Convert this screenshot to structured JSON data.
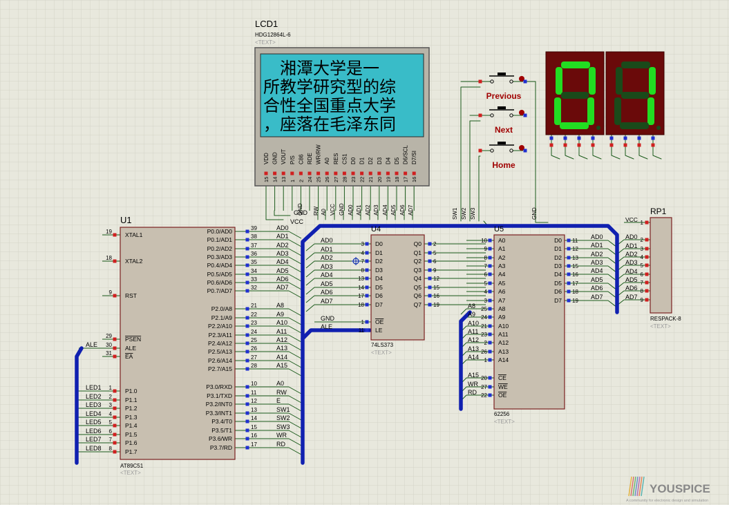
{
  "colors": {
    "background": "#e8e8dd",
    "grid": "#d3d3c8",
    "chip_fill": "#c8bfb0",
    "chip_border": "#7a2020",
    "bus": "#1020b0",
    "wire": "#1a5a1a",
    "pin_red": "#d02020",
    "pin_blue": "#2030d0",
    "lcd_bg": "#39bcc8",
    "seg_on": "#22dd22",
    "seg_off": "#1a4a1a",
    "seg_bg": "#6a0a0a",
    "button_label": "#a00000",
    "text_gray": "#9a9a9a"
  },
  "lcd": {
    "ref": "LCD1",
    "model": "HDG12864L-6",
    "text_tag": "<TEXT>",
    "lines": [
      "　湘潭大学是一",
      "所教学研究型的综",
      "合性全国重点大学",
      "，座落在毛泽东同"
    ],
    "pin_names": [
      "VDD",
      "GND",
      "VOUT",
      "P/S",
      "C86",
      "RDE",
      "WR/RW",
      "A0",
      "RES",
      "CS1",
      "D0",
      "D1",
      "D2",
      "D3",
      "D4",
      "D5",
      "D6/SCL",
      "D7/SI"
    ],
    "pin_numbers": [
      "15",
      "14",
      "13",
      "1",
      "2",
      "24",
      "25",
      "26",
      "27",
      "28",
      "23",
      "22",
      "21",
      "20",
      "19",
      "18",
      "17",
      "16"
    ],
    "net_labels": [
      "GND",
      "VCC",
      "GND",
      "RW",
      "A0",
      "VCC",
      "GND",
      "AD0",
      "AD1",
      "AD2",
      "AD3",
      "AD4",
      "AD5",
      "AD6",
      "AD7"
    ]
  },
  "buttons": [
    {
      "label": "Previous",
      "net": "SW1"
    },
    {
      "label": "Next",
      "net": "SW2"
    },
    {
      "label": "Home",
      "net": "SW3"
    }
  ],
  "button_gnd": "GND",
  "display": {
    "digits": [
      "0",
      "1"
    ]
  },
  "u1": {
    "ref": "U1",
    "model": "AT89C51",
    "text_tag": "<TEXT>",
    "left_pins": [
      {
        "num": "19",
        "name": "XTAL1",
        "net": ""
      },
      {
        "num": "18",
        "name": "XTAL2",
        "net": ""
      },
      {
        "num": "9",
        "name": "RST",
        "net": ""
      },
      {
        "num": "29",
        "name": "PSEN",
        "net": ""
      },
      {
        "num": "30",
        "name": "ALE",
        "net": "ALE"
      },
      {
        "num": "31",
        "name": "EA",
        "net": ""
      },
      {
        "num": "1",
        "name": "P1.0",
        "net": "LED1"
      },
      {
        "num": "2",
        "name": "P1.1",
        "net": "LED2"
      },
      {
        "num": "3",
        "name": "P1.2",
        "net": "LED3"
      },
      {
        "num": "4",
        "name": "P1.3",
        "net": "LED4"
      },
      {
        "num": "5",
        "name": "P1.4",
        "net": "LED5"
      },
      {
        "num": "6",
        "name": "P1.5",
        "net": "LED6"
      },
      {
        "num": "7",
        "name": "P1.6",
        "net": "LED7"
      },
      {
        "num": "8",
        "name": "P1.7",
        "net": "LED8"
      }
    ],
    "right_pins": [
      {
        "num": "39",
        "name": "P0.0/AD0",
        "net": "AD0"
      },
      {
        "num": "38",
        "name": "P0.1/AD1",
        "net": "AD1"
      },
      {
        "num": "37",
        "name": "P0.2/AD2",
        "net": "AD2"
      },
      {
        "num": "36",
        "name": "P0.3/AD3",
        "net": "AD3"
      },
      {
        "num": "35",
        "name": "P0.4/AD4",
        "net": "AD4"
      },
      {
        "num": "34",
        "name": "P0.5/AD5",
        "net": "AD5"
      },
      {
        "num": "33",
        "name": "P0.6/AD6",
        "net": "AD6"
      },
      {
        "num": "32",
        "name": "P0.7/AD7",
        "net": "AD7"
      },
      {
        "num": "21",
        "name": "P2.0/A8",
        "net": "A8"
      },
      {
        "num": "22",
        "name": "P2.1/A9",
        "net": "A9"
      },
      {
        "num": "23",
        "name": "P2.2/A10",
        "net": "A10"
      },
      {
        "num": "24",
        "name": "P2.3/A11",
        "net": "A11"
      },
      {
        "num": "25",
        "name": "P2.4/A12",
        "net": "A12"
      },
      {
        "num": "26",
        "name": "P2.5/A13",
        "net": "A13"
      },
      {
        "num": "27",
        "name": "P2.6/A14",
        "net": "A14"
      },
      {
        "num": "28",
        "name": "P2.7/A15",
        "net": "A15"
      },
      {
        "num": "10",
        "name": "P3.0/RXD",
        "net": "A0"
      },
      {
        "num": "11",
        "name": "P3.1/TXD",
        "net": "RW"
      },
      {
        "num": "12",
        "name": "P3.2/INT0",
        "net": "E"
      },
      {
        "num": "13",
        "name": "P3.3/INT1",
        "net": "SW1"
      },
      {
        "num": "14",
        "name": "P3.4/T0",
        "net": "SW2"
      },
      {
        "num": "15",
        "name": "P3.5/T1",
        "net": "SW3"
      },
      {
        "num": "16",
        "name": "P3.6/WR",
        "net": "WR"
      },
      {
        "num": "17",
        "name": "P3.7/RD",
        "net": "RD"
      }
    ],
    "vcc_label": "VCC",
    "gnd_label": "GND"
  },
  "u4": {
    "ref": "U4",
    "model": "74LS373",
    "text_tag": "<TEXT>",
    "left_pins": [
      {
        "num": "3",
        "name": "D0",
        "net": "AD0"
      },
      {
        "num": "4",
        "name": "D1",
        "net": "AD1"
      },
      {
        "num": "7",
        "name": "D2",
        "net": "AD2"
      },
      {
        "num": "8",
        "name": "D3",
        "net": "AD3"
      },
      {
        "num": "13",
        "name": "D4",
        "net": "AD4"
      },
      {
        "num": "14",
        "name": "D5",
        "net": "AD5"
      },
      {
        "num": "17",
        "name": "D6",
        "net": "AD6"
      },
      {
        "num": "18",
        "name": "D7",
        "net": "AD7"
      },
      {
        "num": "1",
        "name": "OE",
        "net": "GND"
      },
      {
        "num": "11",
        "name": "LE",
        "net": "ALE"
      }
    ],
    "right_pins": [
      {
        "num": "2",
        "name": "Q0"
      },
      {
        "num": "5",
        "name": "Q1"
      },
      {
        "num": "6",
        "name": "Q2"
      },
      {
        "num": "9",
        "name": "Q3"
      },
      {
        "num": "12",
        "name": "Q4"
      },
      {
        "num": "15",
        "name": "Q5"
      },
      {
        "num": "16",
        "name": "Q6"
      },
      {
        "num": "19",
        "name": "Q7"
      }
    ]
  },
  "u5": {
    "ref": "U5",
    "model": "62256",
    "text_tag": "<TEXT>",
    "left_pins": [
      {
        "num": "10",
        "name": "A0",
        "net": ""
      },
      {
        "num": "9",
        "name": "A1",
        "net": ""
      },
      {
        "num": "8",
        "name": "A2",
        "net": ""
      },
      {
        "num": "7",
        "name": "A3",
        "net": ""
      },
      {
        "num": "6",
        "name": "A4",
        "net": ""
      },
      {
        "num": "5",
        "name": "A5",
        "net": ""
      },
      {
        "num": "4",
        "name": "A6",
        "net": ""
      },
      {
        "num": "3",
        "name": "A7",
        "net": ""
      },
      {
        "num": "25",
        "name": "A8",
        "net": "A8"
      },
      {
        "num": "24",
        "name": "A9",
        "net": "A9"
      },
      {
        "num": "21",
        "name": "A10",
        "net": "A10"
      },
      {
        "num": "23",
        "name": "A11",
        "net": "A11"
      },
      {
        "num": "2",
        "name": "A12",
        "net": "A12"
      },
      {
        "num": "26",
        "name": "A13",
        "net": "A13"
      },
      {
        "num": "1",
        "name": "A14",
        "net": "A14"
      },
      {
        "num": "20",
        "name": "CE",
        "net": "A15"
      },
      {
        "num": "27",
        "name": "WE",
        "net": "WR"
      },
      {
        "num": "22",
        "name": "OE",
        "net": "RD"
      }
    ],
    "right_pins": [
      {
        "num": "11",
        "name": "D0",
        "net": "AD0"
      },
      {
        "num": "12",
        "name": "D1",
        "net": "AD1"
      },
      {
        "num": "13",
        "name": "D2",
        "net": "AD2"
      },
      {
        "num": "15",
        "name": "D3",
        "net": "AD3"
      },
      {
        "num": "16",
        "name": "D4",
        "net": "AD4"
      },
      {
        "num": "17",
        "name": "D5",
        "net": "AD5"
      },
      {
        "num": "18",
        "name": "D6",
        "net": "AD6"
      },
      {
        "num": "19",
        "name": "D7",
        "net": "AD7"
      }
    ],
    "top_nets": [
      "SW1",
      "SW2",
      "SW3",
      "GND"
    ]
  },
  "rp1": {
    "ref": "RP1",
    "model": "RESPACK-8",
    "text_tag": "<TEXT>",
    "pins": [
      {
        "num": "1",
        "name": "VCC",
        "net": ""
      },
      {
        "num": "2",
        "name": "",
        "net": "AD0"
      },
      {
        "num": "3",
        "name": "",
        "net": "AD1"
      },
      {
        "num": "4",
        "name": "",
        "net": "AD2"
      },
      {
        "num": "5",
        "name": "",
        "net": "AD3"
      },
      {
        "num": "6",
        "name": "",
        "net": "AD4"
      },
      {
        "num": "7",
        "name": "",
        "net": "AD5"
      },
      {
        "num": "8",
        "name": "",
        "net": "AD6"
      },
      {
        "num": "9",
        "name": "",
        "net": "AD7"
      }
    ]
  },
  "watermark": {
    "brand": "YOUSPICE",
    "tagline": "A community for electronic design and simulation"
  }
}
